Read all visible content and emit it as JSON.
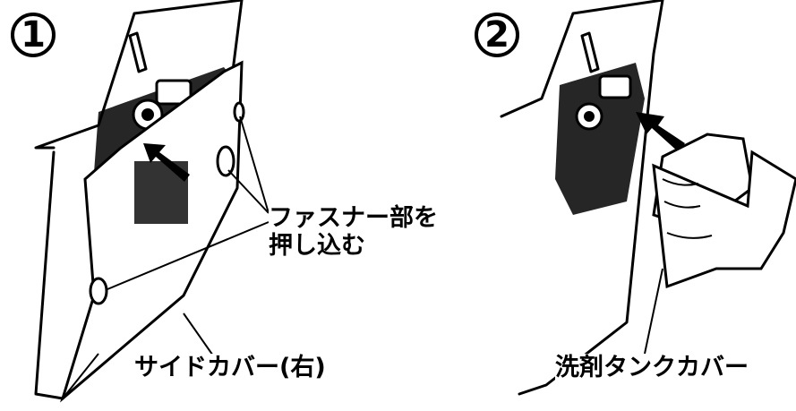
{
  "steps": [
    {
      "number": "1"
    },
    {
      "number": "2"
    }
  ],
  "labels": {
    "fastener": "ファスナー部を\n押し込む",
    "side_cover": "サイドカバー(右)",
    "detergent_cover": "洗剤タンクカバー"
  },
  "colors": {
    "ink": "#000000",
    "paper": "#ffffff"
  }
}
